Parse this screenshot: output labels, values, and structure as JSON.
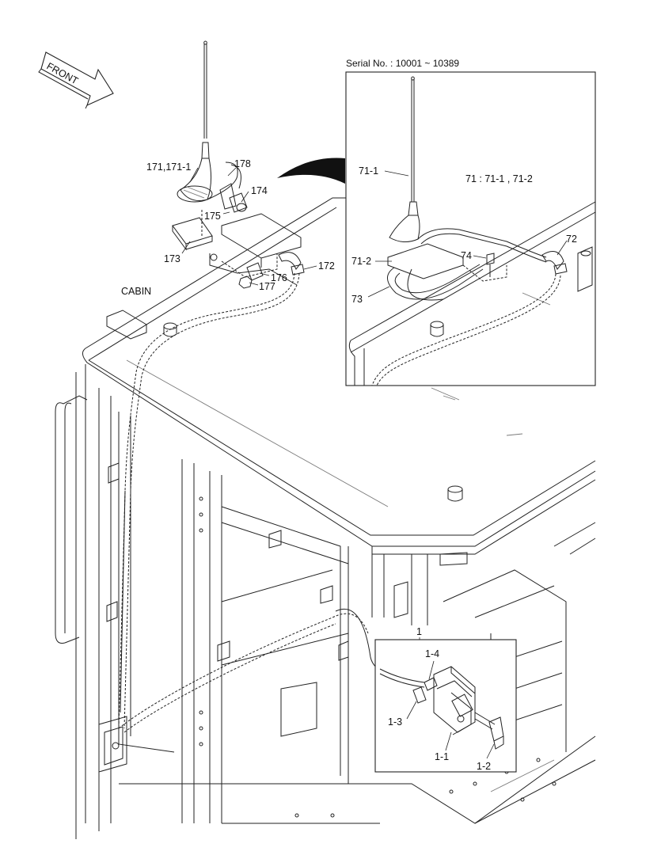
{
  "front_arrow": {
    "label": "FRONT"
  },
  "serial": {
    "label": "Serial No. : 10001 ~ 10389"
  },
  "cabin": {
    "label": "CABIN"
  },
  "main_callouts": {
    "c171": "171,171-1",
    "c178": "178",
    "c174": "174",
    "c175": "175",
    "c173": "173",
    "c172": "172",
    "c176": "176",
    "c177": "177"
  },
  "inset_callouts": {
    "c71_1": "71-1",
    "c71_note": "71  : 71-1 , 71-2",
    "c72": "72",
    "c74": "74",
    "c71_2": "71-2",
    "c73": "73"
  },
  "radio_callouts": {
    "c1": "1",
    "c1_4": "1-4",
    "c1_3": "1-3",
    "c1_1": "1-1",
    "c1_2": "1-2"
  }
}
